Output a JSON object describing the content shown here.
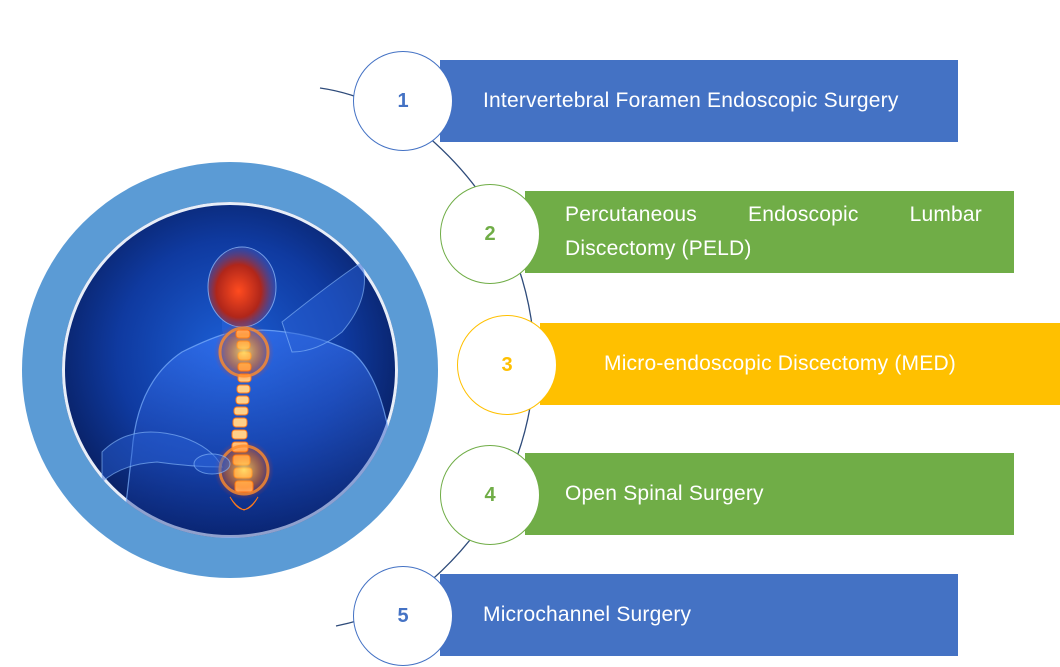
{
  "colors": {
    "blue": "#4472c4",
    "green": "#70ad47",
    "gold": "#ffc000",
    "circle_ring_blue": "#5b9bd5",
    "arc_line": "#2e4b7a"
  },
  "hero": {
    "icon": "spine-xray-illustration"
  },
  "steps": [
    {
      "number": "1",
      "label": "Intervertebral Foramen Endoscopic Surgery",
      "color": "#4472c4"
    },
    {
      "number": "2",
      "label": "Percutaneous Endoscopic Lumbar Discectomy (PELD)",
      "color": "#70ad47"
    },
    {
      "number": "3",
      "label": "Micro-endoscopic Discectomy (MED)",
      "color": "#ffc000"
    },
    {
      "number": "4",
      "label": "Open Spinal Surgery",
      "color": "#70ad47"
    },
    {
      "number": "5",
      "label": "Microchannel Surgery",
      "color": "#4472c4"
    }
  ]
}
